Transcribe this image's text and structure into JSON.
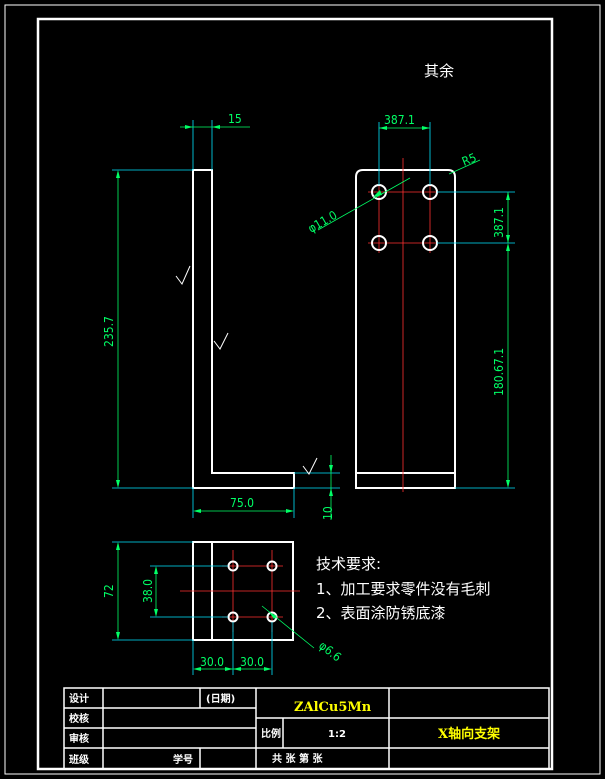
{
  "rough_note": "其余",
  "dims": {
    "thickness_top": "15",
    "height_total": "235.7",
    "base_length": "75.0",
    "base_thickness": "10",
    "hole_span_x": "387.1",
    "radius": "R5",
    "hole_dia": "φ11.0",
    "hole_span_y": "387.1",
    "hole_from_bottom": "180.67.1",
    "bottom_width": "72",
    "bottom_hole_span_y": "38.0",
    "bottom_x1": "30.0",
    "bottom_x2": "30.0",
    "bottom_hole_dia": "φ6.6"
  },
  "tech": {
    "title": "技术要求:",
    "item1": "1、加工要求零件没有毛刺",
    "item2": "2、表面涂防锈底漆"
  },
  "title_block": {
    "design": "设计",
    "check": "校核",
    "review": "审核",
    "class": "班级",
    "student_no": "学号",
    "date": "(日期)",
    "material": "ZAlCu5Mn",
    "scale_label": "比例",
    "scale_value": "1:2",
    "sheets": "共    张     第    张",
    "part_name": "X轴向支架"
  },
  "colors": {
    "outline": "#ffffff",
    "dimension": "#00ff66",
    "extension": "#00e5ff",
    "center": "#ff3030",
    "title_text": "#ffff00"
  }
}
